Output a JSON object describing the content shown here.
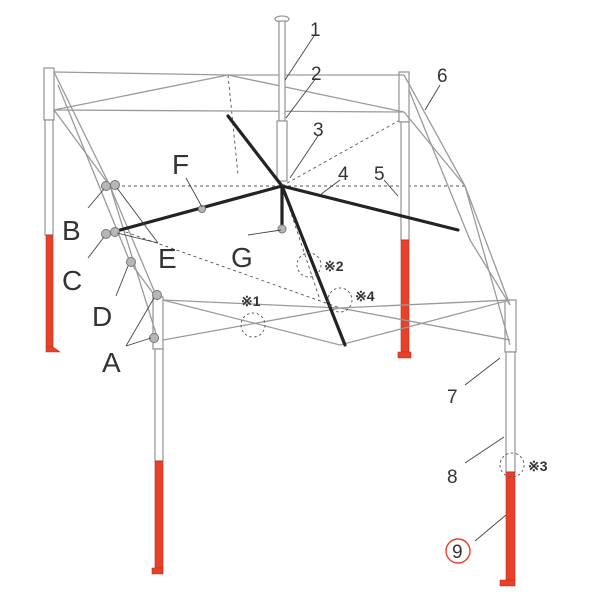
{
  "numbers": {
    "n1": "1",
    "n2": "2",
    "n3": "3",
    "n4": "4",
    "n5": "5",
    "n6": "6",
    "n7": "7",
    "n8": "8",
    "n9": "9"
  },
  "letters": {
    "a": "A",
    "b": "B",
    "c": "C",
    "d": "D",
    "e": "E",
    "f": "F",
    "g": "G"
  },
  "notes": {
    "note1": "※1",
    "note2": "※2",
    "note3": "※3",
    "note4": "※4"
  },
  "colors": {
    "foot": "#e8402a",
    "frame": "#9a9a9a",
    "truss": "#232323",
    "highlight_circle": "#e8402a"
  }
}
